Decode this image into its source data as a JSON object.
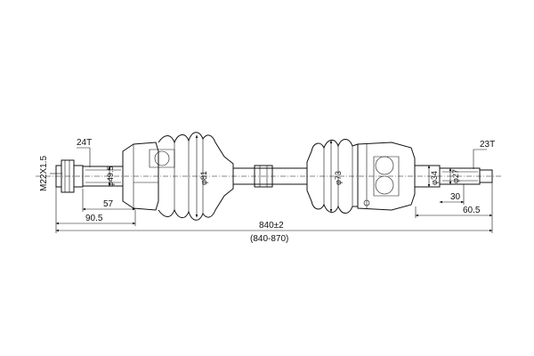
{
  "drawing": {
    "labels": {
      "spline_left": "24T",
      "spline_right": "23T",
      "thread": "M22X1.5"
    },
    "diameters": {
      "d1": "φ49.5",
      "d2": "φ81",
      "d3": "φ73",
      "d4": "φ34",
      "d5": "φ27"
    },
    "lengths": {
      "l_57": "57",
      "l_90_5": "90.5",
      "l_30": "30",
      "l_60_5": "60.5",
      "total": "840±2",
      "range": "(840-870)"
    }
  }
}
